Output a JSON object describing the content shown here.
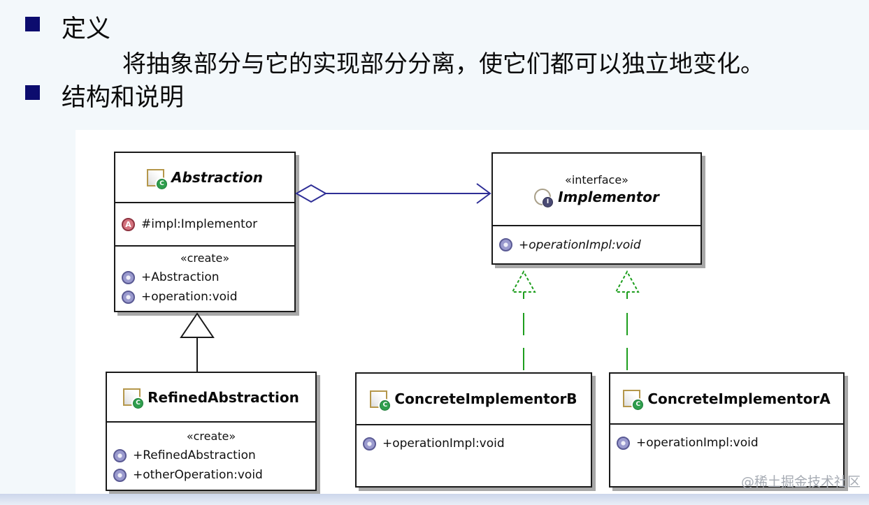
{
  "slide": {
    "bullet1": "定义",
    "definition": "将抽象部分与它的实现部分分离，使它们都可以独立地变化。",
    "bullet2": "结构和说明",
    "watermark": "@稀土掘金技术社区"
  },
  "icons": {
    "class_badge": "C",
    "interface_badge": "I",
    "attribute_badge": "A"
  },
  "uml": {
    "abstraction": {
      "name": "Abstraction",
      "attribute": "#impl:Implementor",
      "create_stereotype": "«create»",
      "method1": "+Abstraction",
      "method2": "+operation:void"
    },
    "implementor": {
      "stereotype": "«interface»",
      "name": "Implementor",
      "method1": "+operationImpl:void"
    },
    "refined_abstraction": {
      "name": "RefinedAbstraction",
      "create_stereotype": "«create»",
      "method1": "+RefinedAbstraction",
      "method2": "+otherOperation:void"
    },
    "concrete_implementor_b": {
      "name": "ConcreteImplementorB",
      "method1": "+operationImpl:void"
    },
    "concrete_implementor_a": {
      "name": "ConcreteImplementorA",
      "method1": "+operationImpl:void"
    }
  },
  "colors": {
    "bullet": "#0c0c6e",
    "aggregation_line": "#2e2e96",
    "realization_line": "#1e9e1e",
    "box_border": "#1a1a1a",
    "shadow": "#a8a8a8"
  }
}
